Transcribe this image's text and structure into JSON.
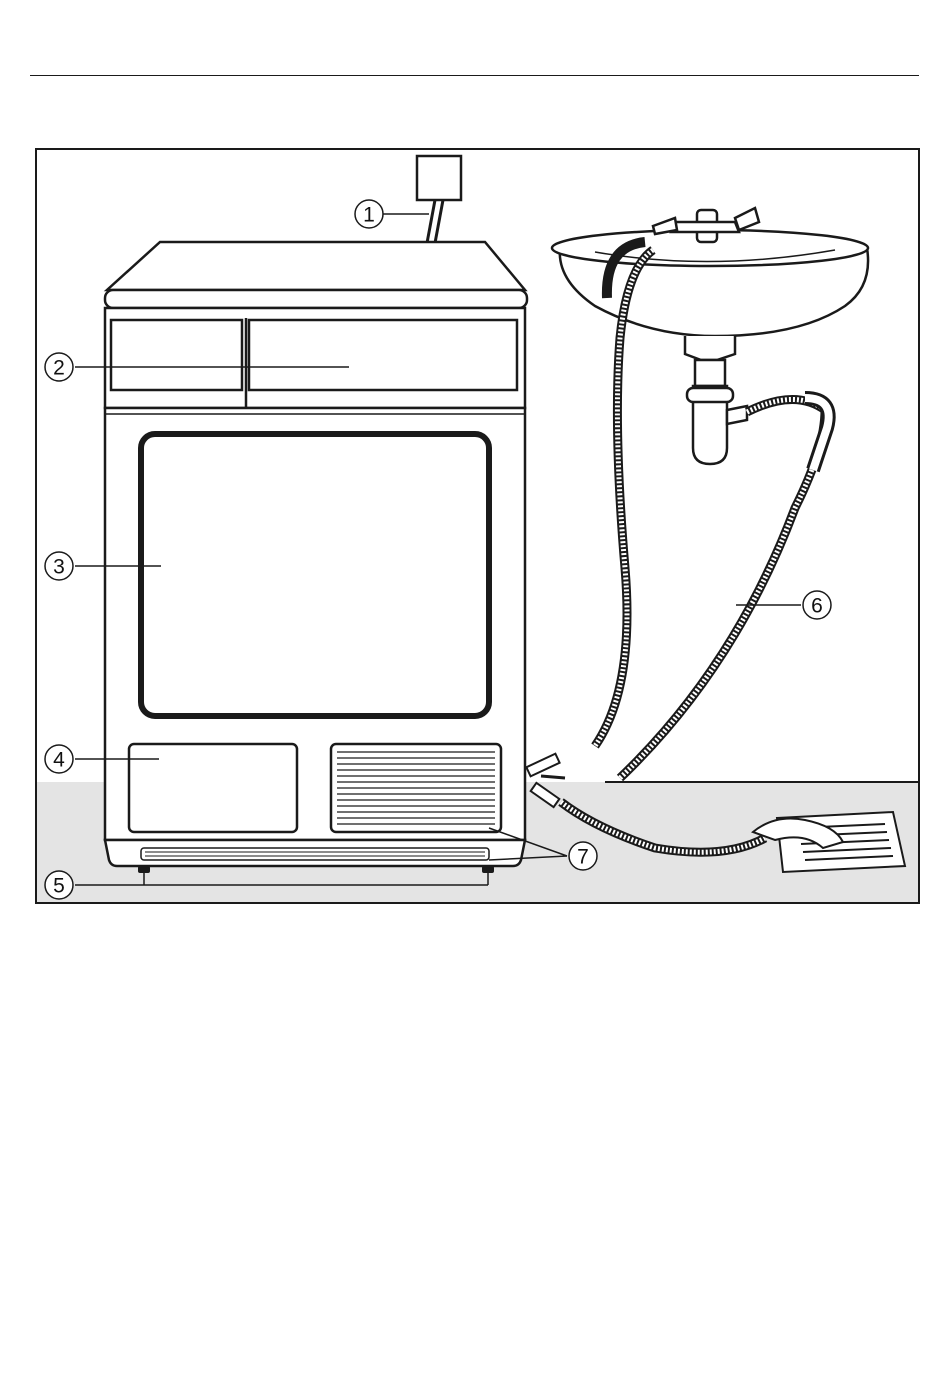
{
  "callouts": [
    {
      "id": "1",
      "label": "1"
    },
    {
      "id": "2",
      "label": "2"
    },
    {
      "id": "3",
      "label": "3"
    },
    {
      "id": "4",
      "label": "4"
    },
    {
      "id": "5",
      "label": "5"
    },
    {
      "id": "6",
      "label": "6"
    },
    {
      "id": "7",
      "label": "7"
    }
  ],
  "colors": {
    "line": "#1a1a1a",
    "floor": "#e4e4e4",
    "background": "#ffffff"
  }
}
